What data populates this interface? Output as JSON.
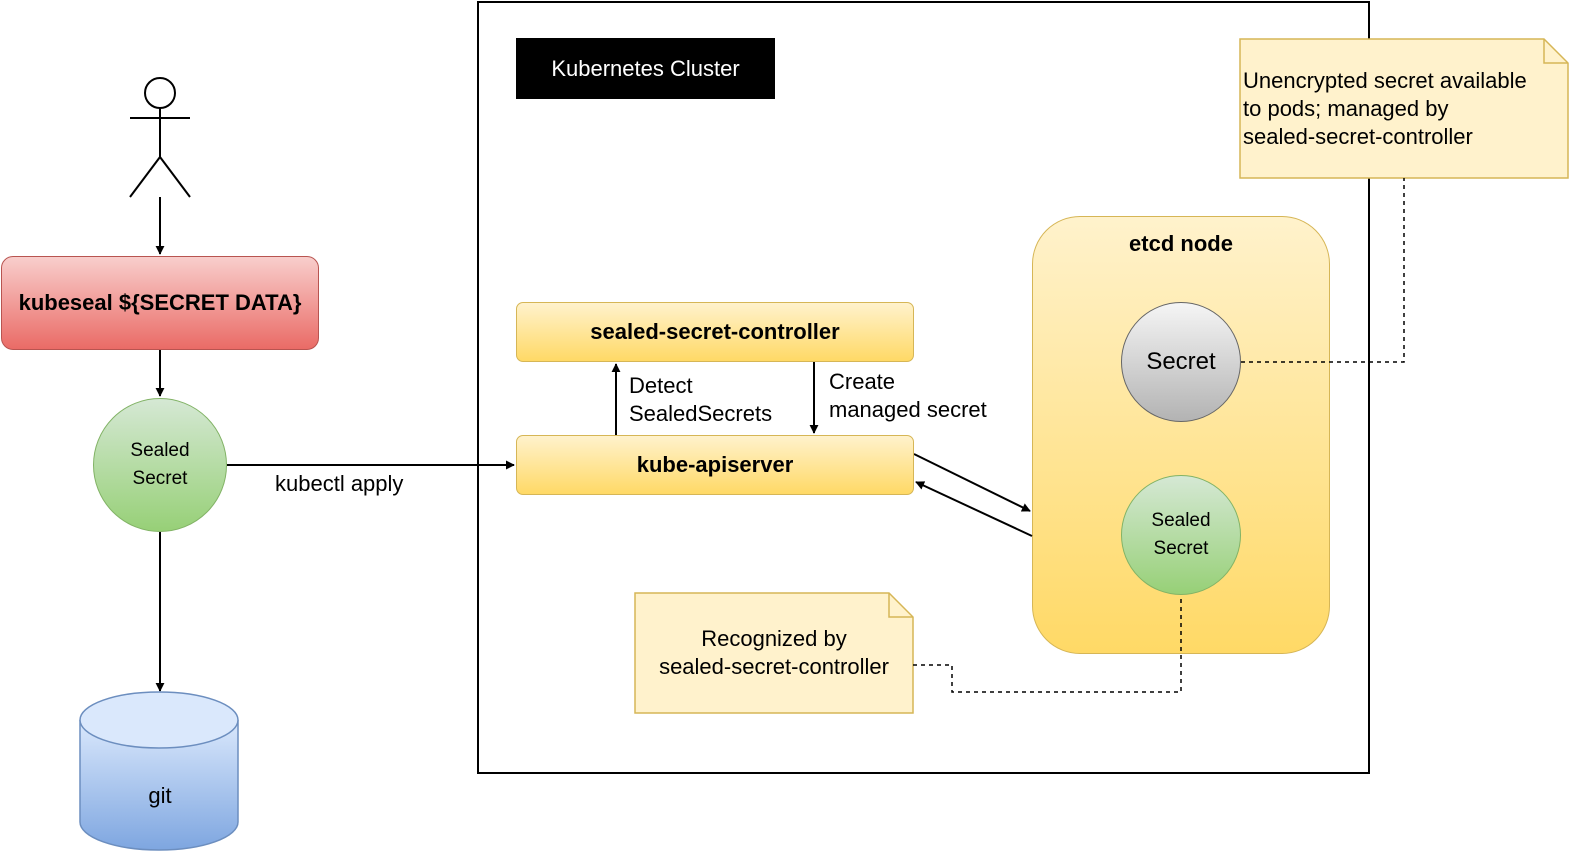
{
  "cluster": {
    "title": "Kubernetes Cluster"
  },
  "kubeseal": {
    "label": "kubeseal ${SECRET DATA}"
  },
  "sealed_secret_left": {
    "line1": "Sealed",
    "line2": "Secret"
  },
  "edge_labels": {
    "kubectl_apply": "kubectl apply",
    "detect_line1": "Detect",
    "detect_line2": "SealedSecrets",
    "create_line1": "Create",
    "create_line2": "managed secret"
  },
  "git": {
    "label": "git"
  },
  "controller": {
    "label": "sealed-secret-controller"
  },
  "apiserver": {
    "label": "kube-apiserver"
  },
  "etcd": {
    "title": "etcd node",
    "secret": "Secret",
    "sealed_line1": "Sealed",
    "sealed_line2": "Secret"
  },
  "notes": {
    "unencrypted_line1": "Unencrypted secret available",
    "unencrypted_line2": "to pods; managed by",
    "unencrypted_line3": "sealed-secret-controller",
    "recognized_line1": "Recognized by",
    "recognized_line2": "sealed-secret-controller"
  },
  "colors": {
    "kubeseal_fill": "#ea6b66",
    "sealed_secret_fill": "#97d077",
    "yellow_fill": "#ffd966",
    "git_fill": "#7ea6e0",
    "note_fill": "#fff2cc",
    "secret_fill": "#b3b3b3"
  }
}
